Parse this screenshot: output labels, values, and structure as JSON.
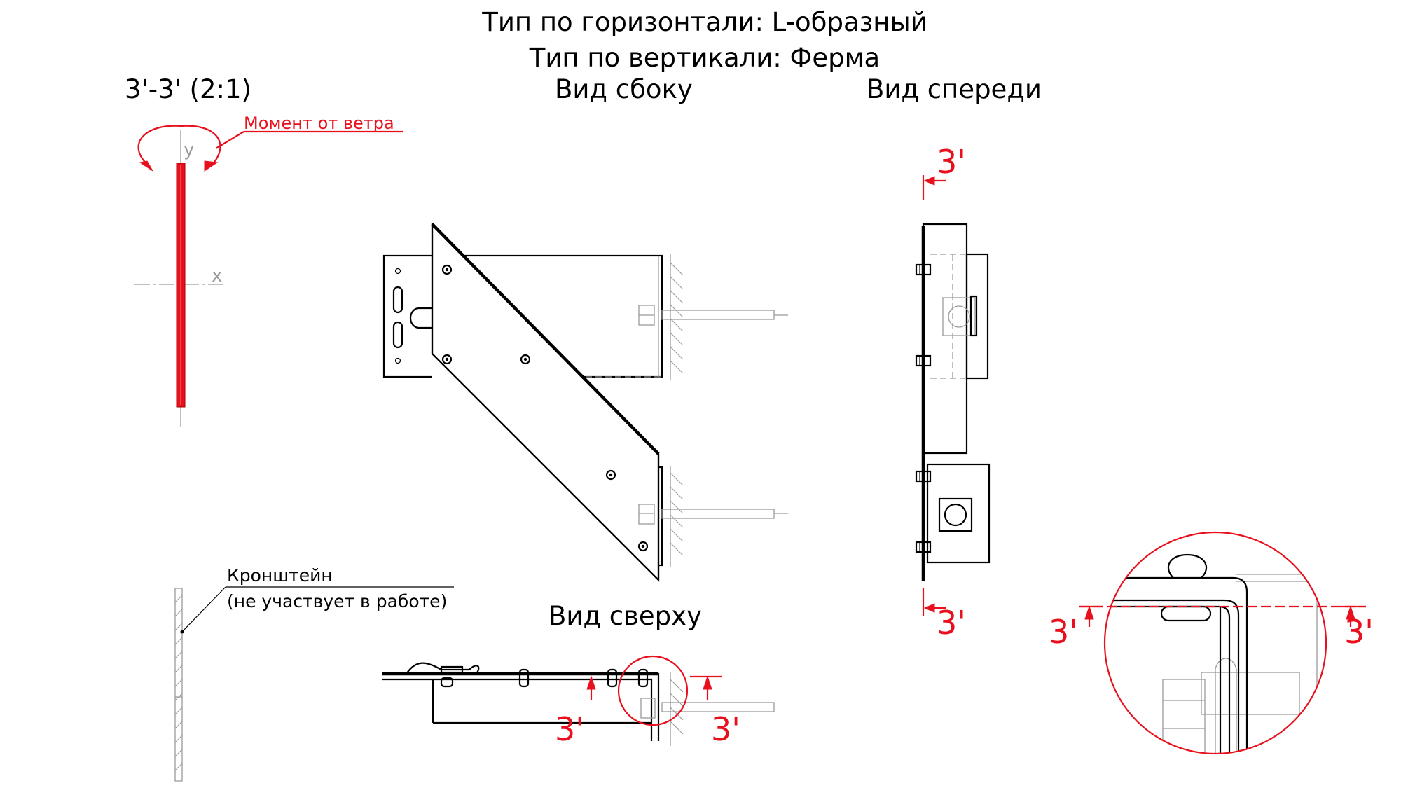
{
  "titles": {
    "horizontal_type": "Тип по горизонтали: L-образный",
    "vertical_type": "Тип по вертикали: Ферма"
  },
  "section": {
    "label": "3'-3' (2:1)",
    "axis_y": "y",
    "axis_x": "x",
    "wind_moment": "Момент от ветра"
  },
  "views": {
    "side": "Вид сбоку",
    "front": "Вид спереди",
    "top": "Вид сверху"
  },
  "bracket_note": {
    "line1": "Кронштейн",
    "line2": "(не участвует в работе)"
  },
  "section_marks": {
    "mark": "3'"
  },
  "colors": {
    "ink": "#000000",
    "accent": "#e8101c",
    "hidden": "#9a9a9a"
  }
}
